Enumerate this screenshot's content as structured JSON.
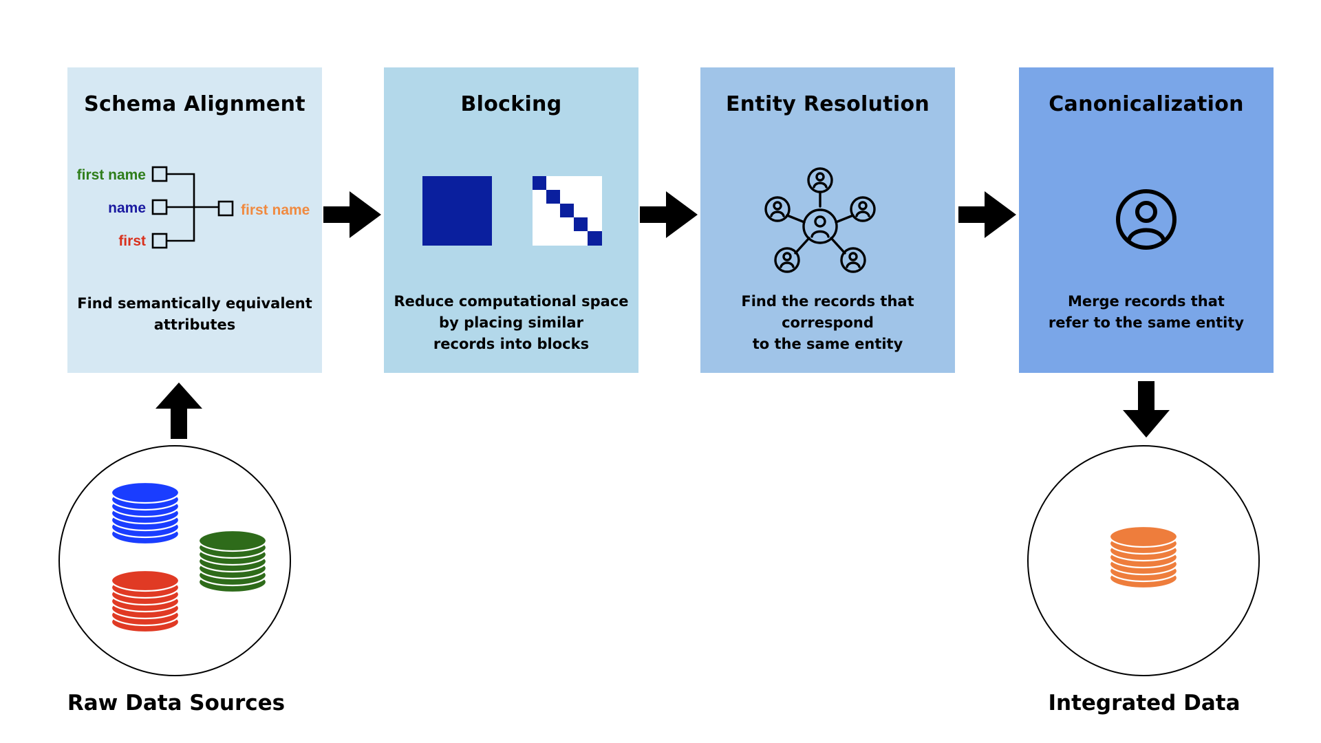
{
  "colors": {
    "card_1": "#d6e8f3",
    "card_2": "#b3d8ea",
    "card_3": "#a0c4e8",
    "card_4": "#7aa6e8",
    "block_blue": "#0a1f9e",
    "db_blue": "#1a3dff",
    "db_green": "#2e6b1a",
    "db_red": "#e03a24",
    "db_orange": "#ee7d3c",
    "label_green": "#2e7d1a",
    "label_navy": "#1a1aa0",
    "label_red": "#d9301c",
    "label_orange": "#f08a40"
  },
  "steps": [
    {
      "title": "Schema Alignment",
      "description": "Find semantically equivalent\nattributes",
      "icon": "schema-merge-icon",
      "schema_labels": {
        "left_1": "first name",
        "left_2": "name",
        "left_3": "first",
        "merged": "first name"
      }
    },
    {
      "title": "Blocking",
      "description": "Reduce computational space\nby placing similar\nrecords into blocks",
      "icon": "blocking-matrix-icon"
    },
    {
      "title": "Entity Resolution",
      "description": "Find the records that\ncorrespond\nto the same entity",
      "icon": "entity-network-icon"
    },
    {
      "title": "Canonicalization",
      "description": "Merge records that\nrefer to the same entity",
      "icon": "user-circle-icon"
    }
  ],
  "sources": {
    "label": "Raw Data Sources",
    "icon": "database-stack-icon"
  },
  "output": {
    "label": "Integrated Data",
    "icon": "database-stack-icon"
  }
}
